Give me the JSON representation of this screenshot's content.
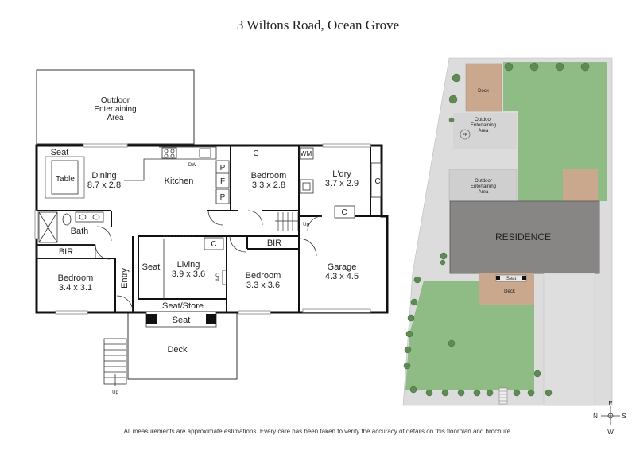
{
  "title": "3 Wiltons Road, Ocean Grove",
  "footer": "All measurements are approximate estimations. Every care has been taken to verify the accuracy of details on this floorplan and brochure.",
  "floorplan": {
    "outdoor_area": [
      "Outdoor",
      "Entertaining",
      "Area"
    ],
    "seat_top": "Seat",
    "table": "Table",
    "dining": [
      "Dining",
      "8.7 x 2.8"
    ],
    "dw": "DW",
    "kitchen": "Kitchen",
    "pantry_p1": "P",
    "pantry_f": "F",
    "pantry_p2": "P",
    "c_bed2": "C",
    "bedroom2": [
      "Bedroom",
      "3.3 x 2.8"
    ],
    "wm": "WM",
    "laundry": [
      "L'dry",
      "3.7 x 2.9"
    ],
    "c_laundry": "C",
    "c_laundry2": "C",
    "up_stair": "Up",
    "bath": "Bath",
    "bir_left": "BIR",
    "bedroom1": [
      "Bedroom",
      "3.4 x 3.1"
    ],
    "entry": "Entry",
    "seat_living": "Seat",
    "c_living": "C",
    "living": [
      "Living",
      "3.9 x 3.6"
    ],
    "ac": "A/C",
    "seat_store": "Seat/Store",
    "bir_mid": "BIR",
    "bedroom3": [
      "Bedroom",
      "3.3 x 3.6"
    ],
    "garage": [
      "Garage",
      "4.3 x 4.5"
    ],
    "seat_deck": "Seat",
    "deck": "Deck",
    "up_deck": "Up"
  },
  "siteplan": {
    "deck_top": "Deck",
    "outdoor_top": [
      "Outdoor",
      "Entertaining",
      "Area"
    ],
    "fp": "FP",
    "outdoor_mid": [
      "Outdoor",
      "Entertaining",
      "Area"
    ],
    "residence": "RESIDENCE",
    "seat": "Seat",
    "deck_mid": "Deck"
  },
  "compass": {
    "n": "N",
    "e": "E",
    "s": "S",
    "w": "W"
  },
  "colors": {
    "lawn": "#8fbb84",
    "paving": "#dcdcdc",
    "residence": "#888585",
    "deck": "#c9a88e",
    "wall": "#111111"
  }
}
